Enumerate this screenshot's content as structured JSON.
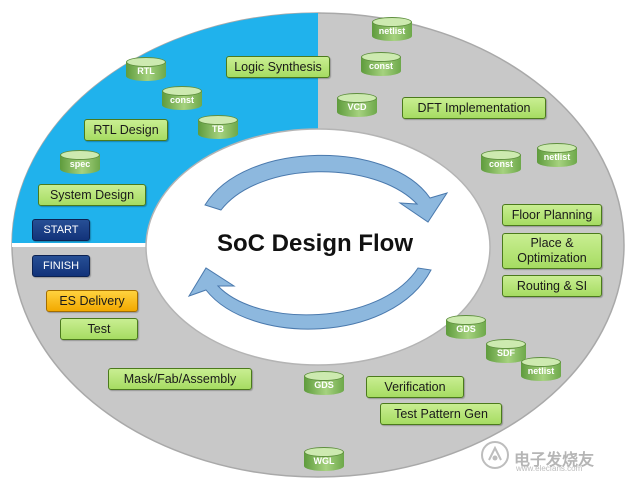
{
  "diagram": {
    "title": "SoC Design Flow",
    "colors": {
      "front_end_region": "#20b2ec",
      "back_end_region": "#c8c8c8",
      "center": "#ffffff",
      "step_fill": "#b5e878",
      "milestone_fill": "#1f4a92",
      "delivery_fill": "#f7b500",
      "arrow_fill": "#8db8de",
      "database_fill": "#7fbf56"
    },
    "steps": {
      "logic_synthesis": "Logic Synthesis",
      "dft_implementation": "DFT Implementation",
      "rtl_design": "RTL Design",
      "system_design": "System Design",
      "start": "START",
      "finish": "FINISH",
      "floor_planning": "Floor Planning",
      "place_line1": "Place &",
      "place_line2": "Optimization",
      "routing_si": "Routing & SI",
      "es_delivery": "ES Delivery",
      "test": "Test",
      "mask_fab_assembly": "Mask/Fab/Assembly",
      "verification": "Verification",
      "test_pattern_gen": "Test Pattern Gen"
    },
    "databases": {
      "netlist_top": "netlist",
      "const_top": "const",
      "rtl": "RTL",
      "const_rtl": "const",
      "tb": "TB",
      "vcd": "VCD",
      "spec": "spec",
      "const_dft": "const",
      "netlist_dft": "netlist",
      "gds_route": "GDS",
      "sdf": "SDF",
      "netlist_route": "netlist",
      "gds_verif": "GDS",
      "wgl": "WGL"
    },
    "watermark": {
      "text": "电子发烧友",
      "url": "www.elecfans.com"
    }
  }
}
